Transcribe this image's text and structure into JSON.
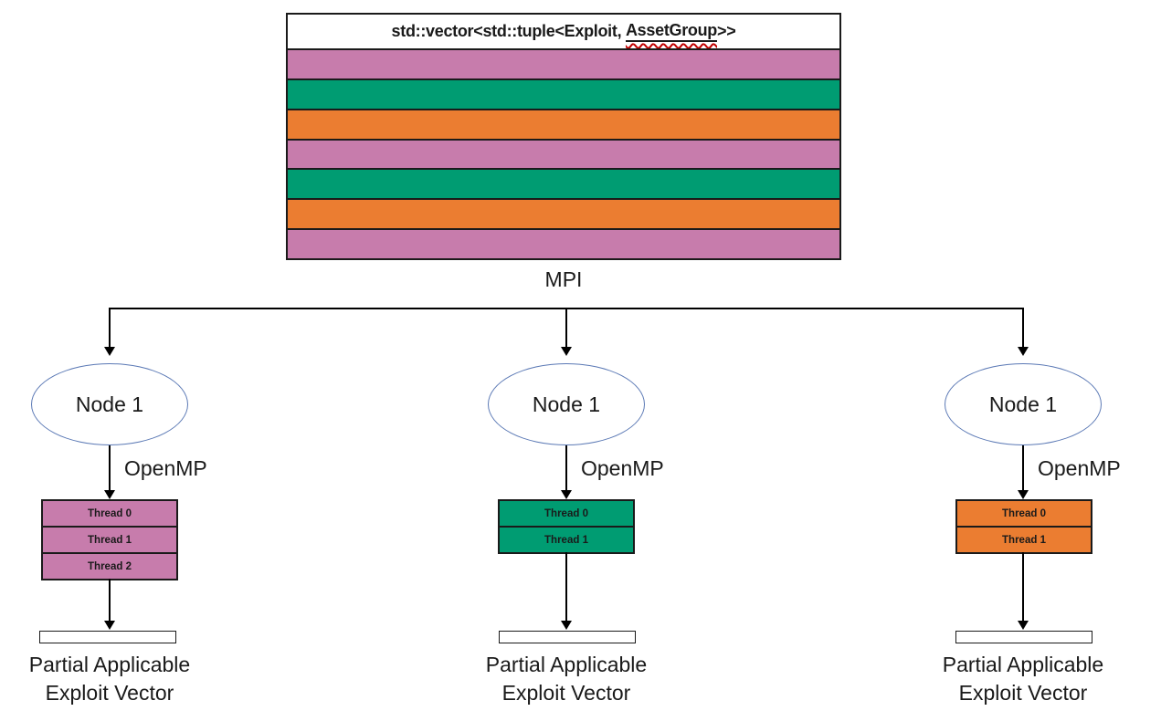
{
  "colors": {
    "pink": "#C77CAC",
    "green": "#009C72",
    "orange": "#EB7D31",
    "ellipse_stroke": "#5B79B5",
    "box_border": "#1A1A1A",
    "squiggle_red": "#C00000"
  },
  "vector_box": {
    "title_prefix": "std::vector<std::tuple<Exploit, ",
    "title_misspelled": "AssetGroup",
    "title_suffix": ">>",
    "stripes": [
      "#C77CAC",
      "#009C72",
      "#EB7D31",
      "#C77CAC",
      "#009C72",
      "#EB7D31",
      "#C77CAC"
    ]
  },
  "mpi_label": "MPI",
  "openmp_label": "OpenMP",
  "nodes": [
    {
      "label": "Node 1",
      "fill": "#C77CAC",
      "threads": [
        "Thread 0",
        "Thread 1",
        "Thread 2"
      ],
      "output_label": [
        "Partial Applicable",
        "Exploit Vector"
      ]
    },
    {
      "label": "Node 1",
      "fill": "#009C72",
      "threads": [
        "Thread 0",
        "Thread 1"
      ],
      "output_label": [
        "Partial Applicable",
        "Exploit Vector"
      ]
    },
    {
      "label": "Node 1",
      "fill": "#EB7D31",
      "threads": [
        "Thread 0",
        "Thread 1"
      ],
      "output_label": [
        "Partial Applicable",
        "Exploit Vector"
      ]
    }
  ]
}
